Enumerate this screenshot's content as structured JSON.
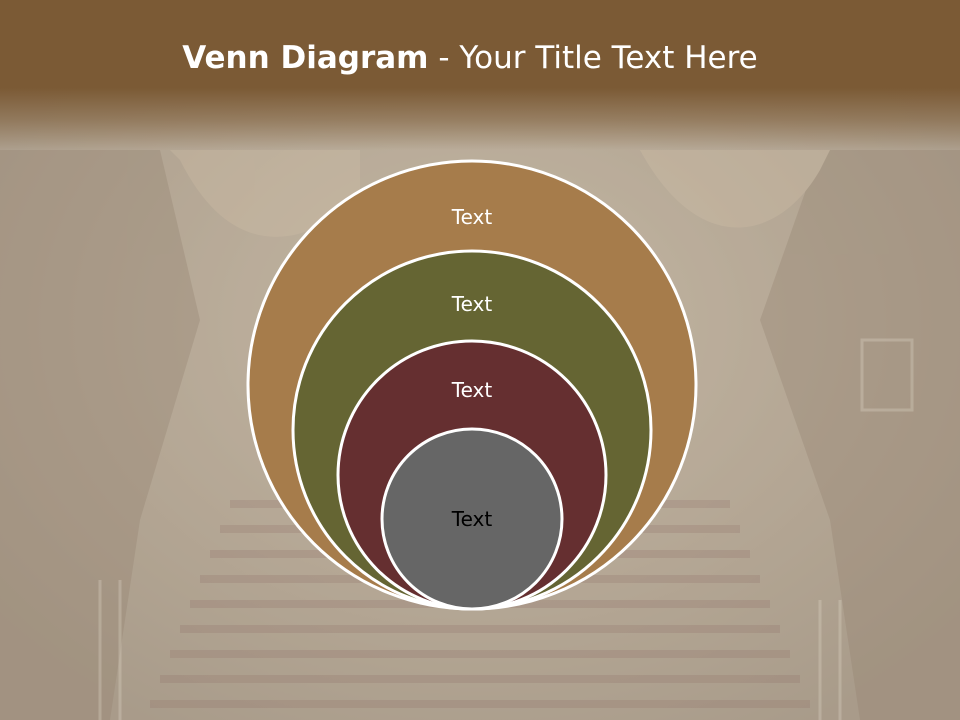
{
  "slide": {
    "title_bold": "Venn Diagram",
    "title_rest": " - Your Title Text Here"
  },
  "diagram": {
    "circles": [
      {
        "label": "Text",
        "color": "#a67c4b"
      },
      {
        "label": "Text",
        "color": "#656533"
      },
      {
        "label": "Text",
        "color": "#652f30"
      },
      {
        "label": "Text",
        "color": "#666666"
      }
    ],
    "stroke_color": "#ffffff"
  }
}
